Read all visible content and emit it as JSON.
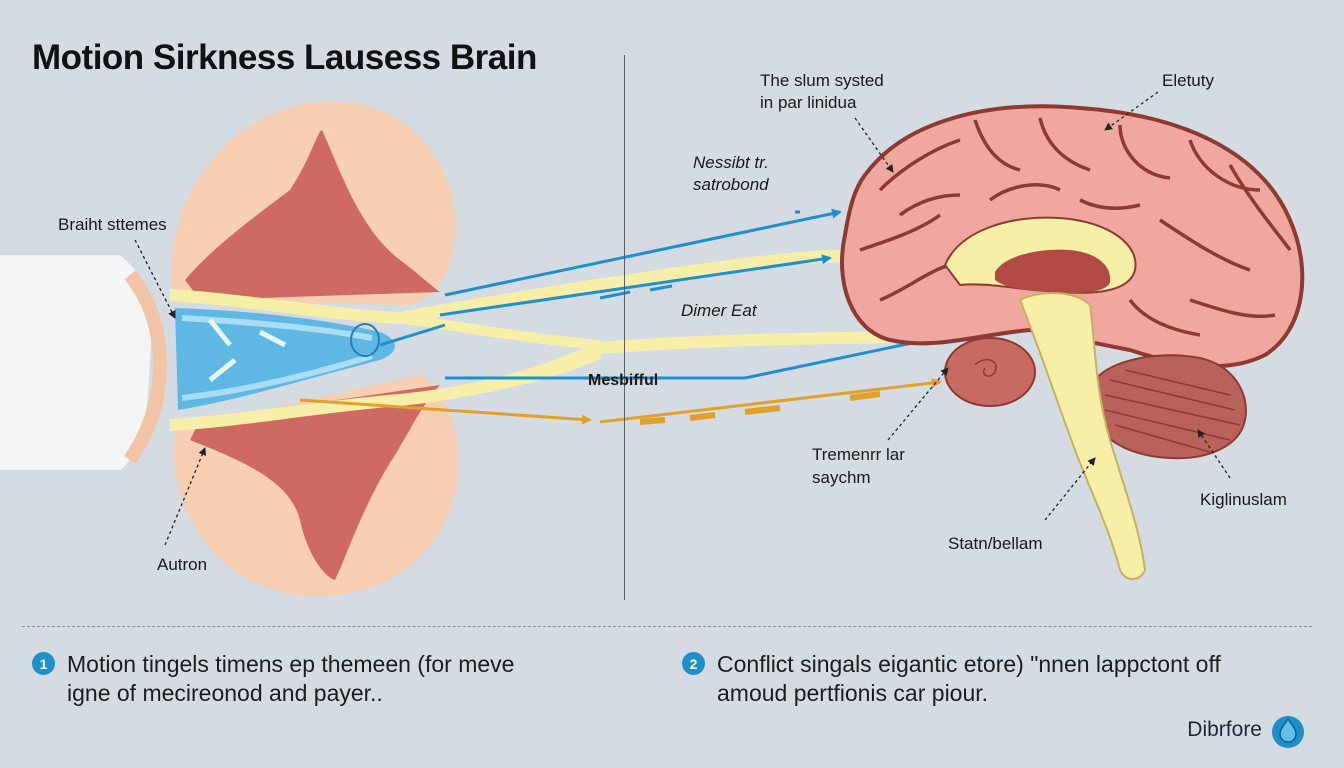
{
  "title": "Motion Sirkness Lausess Brain",
  "labels": {
    "brainstem": "Braiht sttemes",
    "autron": "Autron",
    "slum_line1": "The slum systed",
    "slum_line2": "in par linidua",
    "eletuty": "Eletuty",
    "nessibt_line1": "Nessibt tr.",
    "nessibt_line2": "satrobond",
    "dimer_eat": "Dimer Eat",
    "mesbifful": "Mesbifful",
    "tremenr_line1": "Tremenrr lar",
    "tremenr_line2": "saychm",
    "kiglinuslam": "Kiglinuslam",
    "statn": "Statn/bellam"
  },
  "notes": [
    {
      "number": "1",
      "line1": "Motion tingels timens ep themeen (for meve",
      "line2": "igne of mecireonod and payer.."
    },
    {
      "number": "2",
      "line1": "Conflict singals eigantic etore) \"nnen lappctont off",
      "line2": "amoud pertfionis car piour."
    }
  ],
  "brand": {
    "name": "Dibrfore",
    "icon": "water-drop-icon"
  },
  "colors": {
    "background": "#d4dbe2",
    "blue_arrow": "#1f8fce",
    "yellow_pathway": "#f7efa8",
    "orange_arrow": "#e0a02a",
    "brain_pink": "#f0a7a0",
    "brain_outline": "#8e3a32",
    "ear_skin": "#f8cfb3",
    "ear_inner": "#cf6a62"
  }
}
